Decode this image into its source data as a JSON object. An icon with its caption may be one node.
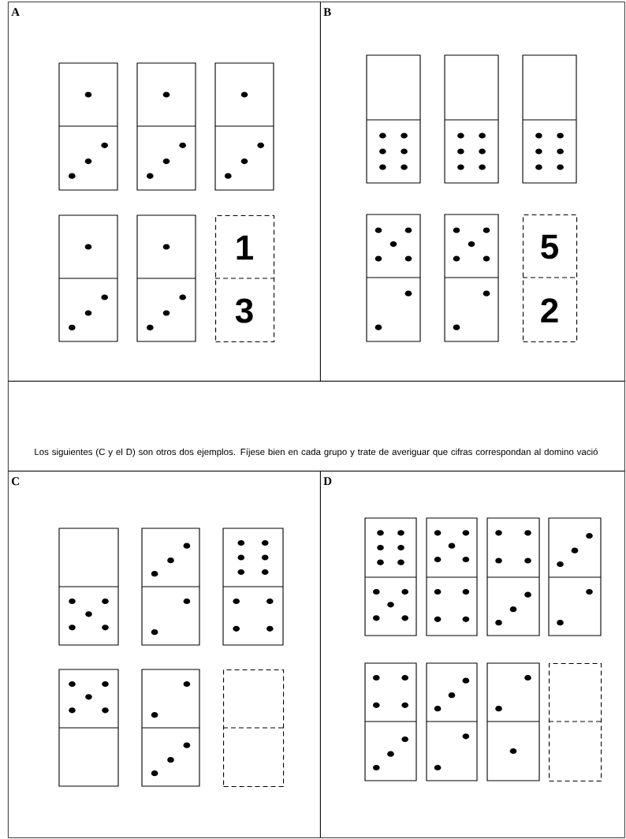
{
  "diagram": {
    "nodes": [
      {
        "text": [
          "A"
        ]
      },
      {
        "text": [
          "1",
          "3"
        ],
        "in": 0
      },
      {
        "text": [
          "B"
        ]
      },
      {
        "text": [
          "5",
          "2"
        ],
        "in": 2
      },
      {
        "text": [
          "Los siguientes (C y el D) son otros dos ejemplos. Fíjese bien en cada grupo y trate de averiguar que cifras correspondan al domino vació"
        ]
      },
      {
        "text": [
          "C"
        ]
      },
      {
        "text": [],
        "shape": "box",
        "in": 5
      },
      {
        "text": [
          "D"
        ]
      },
      {
        "text": [],
        "shape": "box",
        "in": 7
      }
    ]
  }
}
